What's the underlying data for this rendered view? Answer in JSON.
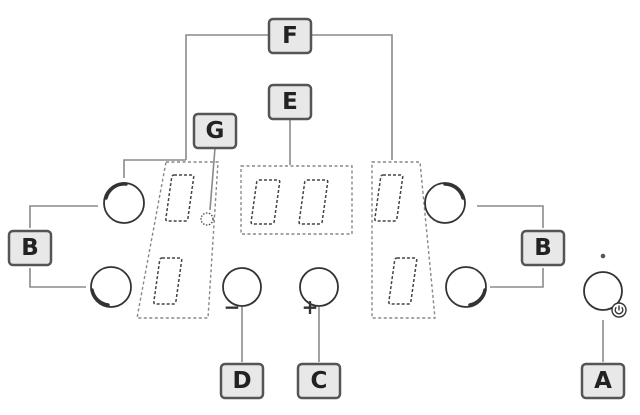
{
  "callouts": {
    "A": "A",
    "B_left": "B",
    "B_right": "B",
    "C": "C",
    "D": "D",
    "E": "E",
    "F": "F",
    "G": "G"
  },
  "symbols": {
    "minus": "−",
    "plus": "+"
  },
  "digits": {
    "zone_front_left": "0",
    "zone_rear_left": "0",
    "timer_tens": "0",
    "timer_units": "0",
    "zone_rear_right": "0",
    "zone_front_right": "0"
  },
  "icons": {
    "power_button": "power-icon",
    "zone_select": "ring-button-icon",
    "residual_heat": "dotted-circle-icon"
  }
}
